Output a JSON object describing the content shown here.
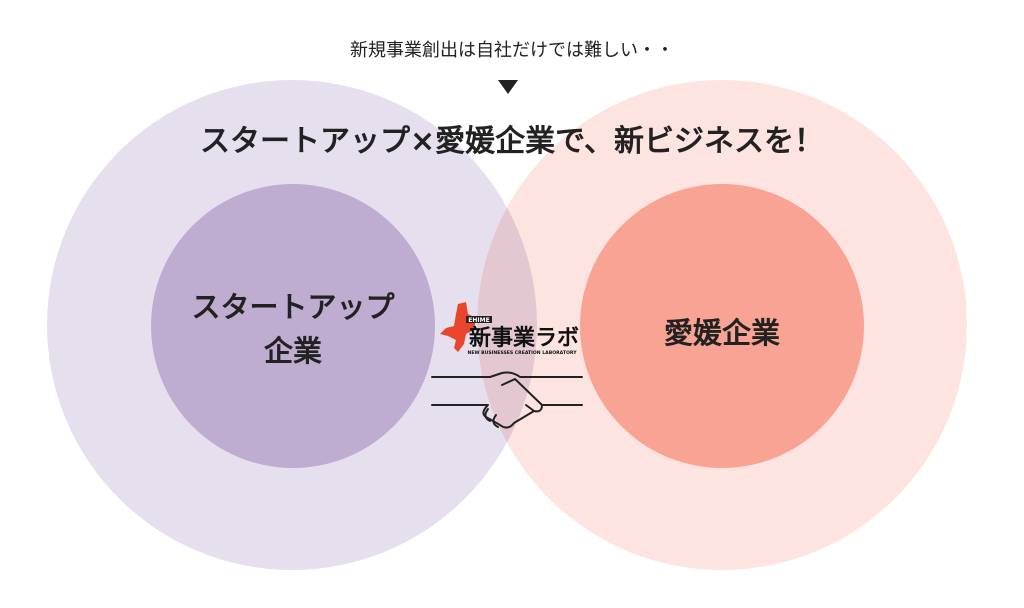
{
  "subtitle": "新規事業創出は自社だけでは難しい・・",
  "title": "スタートアップ×愛媛企業で、新ビジネスを！",
  "left": {
    "line1": "スタートアップ",
    "line2": "企業"
  },
  "right": {
    "label": "愛媛企業"
  },
  "logo": {
    "prefix": "EHIME",
    "name": "新事業ラボ",
    "tagline": "NEW BUSINESSES CREATION LABORATORY"
  },
  "colors": {
    "left_outer": "#e6e0ee",
    "left_inner": "#d3c5df",
    "right_outer": "#fde4e0",
    "right_inner": "#fbb6a9",
    "logo_red": "#e8452c"
  }
}
